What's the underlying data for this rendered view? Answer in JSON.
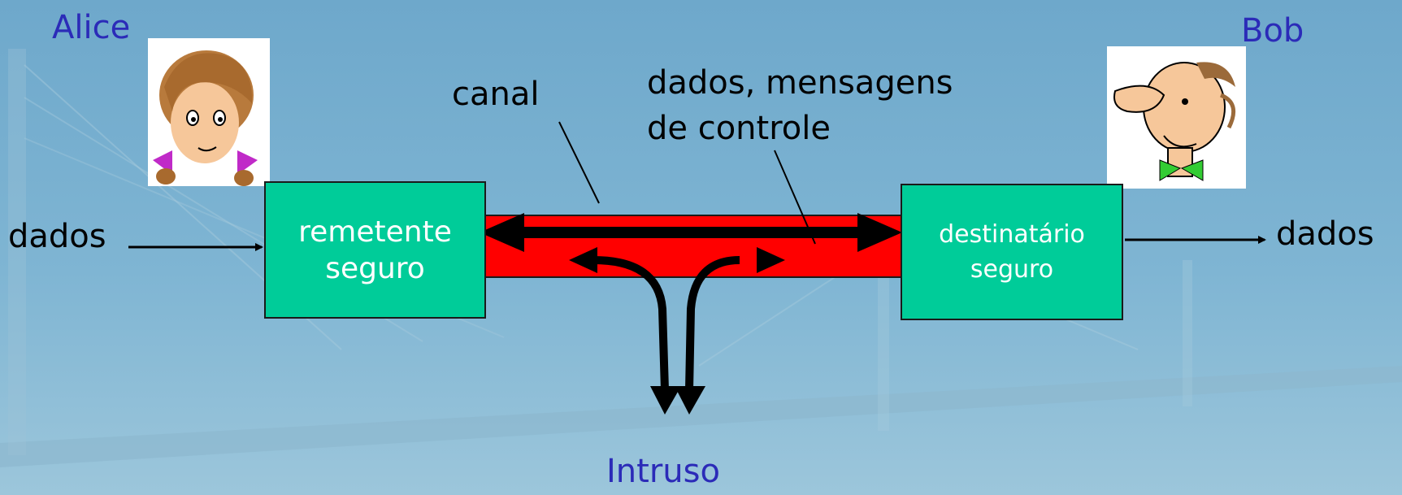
{
  "colors": {
    "background_top": "#6fa9cc",
    "background_bottom": "#9ac4d9",
    "channel": "#ff0000",
    "endpoint_box": "#00cc99",
    "person_label": "#2b2bb8"
  },
  "people": {
    "alice": "Alice",
    "bob": "Bob",
    "intruder": "Intruso"
  },
  "sender": {
    "line1": "remetente",
    "line2": "seguro"
  },
  "receiver": {
    "line1": "destinatário",
    "line2": "seguro"
  },
  "data_in": "dados",
  "data_out": "dados",
  "channel_label": "canal",
  "messages_label": {
    "line1": "dados, mensagens",
    "line2": "de controle"
  },
  "icons": [
    "alice-portrait-icon",
    "bob-portrait-icon"
  ]
}
